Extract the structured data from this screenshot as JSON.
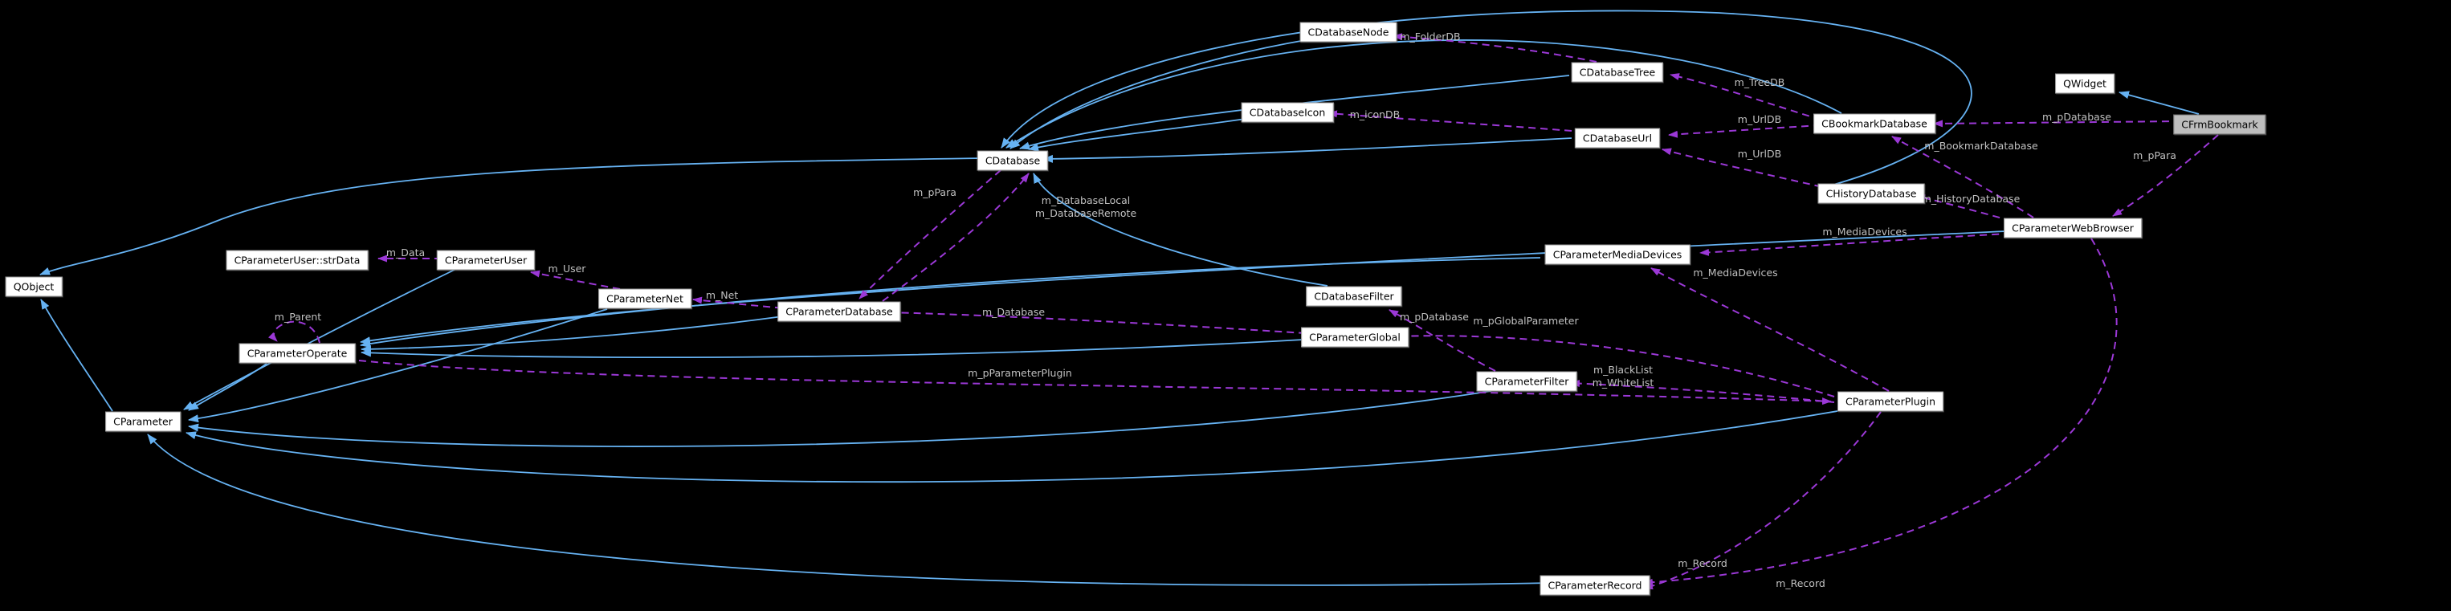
{
  "diagram": {
    "kind": "doxygen-collaboration-diagram",
    "highlighted_node": "CFrmBookmark",
    "background": "#000000",
    "colors": {
      "inheritance_edge": "#66b2f2",
      "usage_edge": "#9b38d6",
      "node_fill": "#ffffff",
      "node_border": "#969696",
      "node_text": "#000000",
      "highlight_fill": "#bebebe",
      "edge_label": "#c0c0c0"
    }
  },
  "nodes": [
    {
      "id": "qobject",
      "label": "QObject"
    },
    {
      "id": "cparameteruser-strdata",
      "label": "CParameterUser::strData"
    },
    {
      "id": "cparameteruser",
      "label": "CParameterUser"
    },
    {
      "id": "cparameternet",
      "label": "CParameterNet"
    },
    {
      "id": "cparameterdatabase",
      "label": "CParameterDatabase"
    },
    {
      "id": "cparameteroperate",
      "label": "CParameterOperate"
    },
    {
      "id": "cparameter",
      "label": "CParameter"
    },
    {
      "id": "cdatabase",
      "label": "CDatabase"
    },
    {
      "id": "cdatabasenode",
      "label": "CDatabaseNode"
    },
    {
      "id": "cdatabasetree",
      "label": "CDatabaseTree"
    },
    {
      "id": "cdatabaseicon",
      "label": "CDatabaseIcon"
    },
    {
      "id": "cdatabaseurl",
      "label": "CDatabaseUrl"
    },
    {
      "id": "cbookmarkdatabase",
      "label": "CBookmarkDatabase"
    },
    {
      "id": "qwidget",
      "label": "QWidget"
    },
    {
      "id": "cfrmbookmark",
      "label": "CFrmBookmark"
    },
    {
      "id": "chistorydatabase",
      "label": "CHistoryDatabase"
    },
    {
      "id": "cparameterwebbrowser",
      "label": "CParameterWebBrowser"
    },
    {
      "id": "cparametermediadevices",
      "label": "CParameterMediaDevices"
    },
    {
      "id": "cdatabasefilter",
      "label": "CDatabaseFilter"
    },
    {
      "id": "cparameterglobal",
      "label": "CParameterGlobal"
    },
    {
      "id": "cparameterfilter",
      "label": "CParameterFilter"
    },
    {
      "id": "cparameterplugin",
      "label": "CParameterPlugin"
    },
    {
      "id": "cparameterrecord",
      "label": "CParameterRecord"
    }
  ],
  "edges": [
    {
      "from": "CDatabaseNode",
      "to": "CDatabase",
      "type": "inheritance"
    },
    {
      "from": "CDatabaseTree",
      "to": "CDatabase",
      "type": "inheritance"
    },
    {
      "from": "CDatabaseIcon",
      "to": "CDatabase",
      "type": "inheritance"
    },
    {
      "from": "CDatabaseUrl",
      "to": "CDatabase",
      "type": "inheritance"
    },
    {
      "from": "CDatabaseFilter",
      "to": "CDatabase",
      "type": "inheritance"
    },
    {
      "from": "CBookmarkDatabase",
      "to": "CDatabase",
      "type": "inheritance"
    },
    {
      "from": "CHistoryDatabase",
      "to": "CDatabase",
      "type": "inheritance"
    },
    {
      "from": "CDatabase",
      "to": "QObject",
      "type": "inheritance"
    },
    {
      "from": "CParameter",
      "to": "QObject",
      "type": "inheritance"
    },
    {
      "from": "CFrmBookmark",
      "to": "QWidget",
      "type": "inheritance"
    },
    {
      "from": "CParameterOperate",
      "to": "CParameter",
      "type": "inheritance"
    },
    {
      "from": "CParameterUser",
      "to": "CParameter",
      "type": "inheritance"
    },
    {
      "from": "CParameterNet",
      "to": "CParameter",
      "type": "inheritance"
    },
    {
      "from": "CParameterFilter",
      "to": "CParameter",
      "type": "inheritance"
    },
    {
      "from": "CParameterPlugin",
      "to": "CParameter",
      "type": "inheritance"
    },
    {
      "from": "CParameterRecord",
      "to": "CParameter",
      "type": "inheritance"
    },
    {
      "from": "CParameterGlobal",
      "to": "CParameterOperate",
      "type": "inheritance"
    },
    {
      "from": "CParameterDatabase",
      "to": "CParameterOperate",
      "type": "inheritance"
    },
    {
      "from": "CParameterMediaDevices",
      "to": "CParameterOperate",
      "type": "inheritance"
    },
    {
      "from": "CParameterWebBrowser",
      "to": "CParameterOperate",
      "type": "inheritance"
    },
    {
      "from": "CDatabaseTree",
      "to": "CDatabaseNode",
      "type": "usage",
      "label": "m_FolderDB"
    },
    {
      "from": "CBookmarkDatabase",
      "to": "CDatabaseTree",
      "type": "usage",
      "label": "m_TreeDB"
    },
    {
      "from": "CDatabaseUrl",
      "to": "CDatabaseIcon",
      "type": "usage",
      "label": "m_iconDB"
    },
    {
      "from": "CBookmarkDatabase",
      "to": "CDatabaseUrl",
      "type": "usage",
      "label": "m_UrlDB"
    },
    {
      "from": "CHistoryDatabase",
      "to": "CDatabaseUrl",
      "type": "usage",
      "label": "m_UrlDB"
    },
    {
      "from": "CFrmBookmark",
      "to": "CBookmarkDatabase",
      "type": "usage",
      "label": "m_pDatabase"
    },
    {
      "from": "CParameterWebBrowser",
      "to": "CBookmarkDatabase",
      "type": "usage",
      "label": "m_BookmarkDatabase"
    },
    {
      "from": "CParameterWebBrowser",
      "to": "CHistoryDatabase",
      "type": "usage",
      "label": "m_HistoryDatabase"
    },
    {
      "from": "CFrmBookmark",
      "to": "CParameterWebBrowser",
      "type": "usage",
      "label": "m_pPara"
    },
    {
      "from": "CDatabase",
      "to": "CParameterDatabase",
      "type": "usage",
      "label": "m_pPara"
    },
    {
      "from": "CParameterDatabase",
      "to": "CDatabase",
      "type": "usage",
      "label": "m_DatabaseLocal",
      "label2": "m_DatabaseRemote"
    },
    {
      "from": "CParameterDatabase",
      "to": "CParameterNet",
      "type": "usage",
      "label": "m_Net"
    },
    {
      "from": "CParameterNet",
      "to": "CParameterUser",
      "type": "usage",
      "label": "m_User"
    },
    {
      "from": "CParameterUser",
      "to": "CParameterUser::strData",
      "type": "usage",
      "label": "m_Data"
    },
    {
      "from": "CParameterOperate",
      "to": "CParameterOperate",
      "type": "usage",
      "label": "m_Parent"
    },
    {
      "from": "CParameterGlobal",
      "to": "CParameterDatabase",
      "type": "usage",
      "label": "m_Database"
    },
    {
      "from": "CParameterFilter",
      "to": "CDatabaseFilter",
      "type": "usage",
      "label": "m_pDatabase"
    },
    {
      "from": "CParameterPlugin",
      "to": "CParameterGlobal",
      "type": "usage",
      "label": "m_pGlobalParameter"
    },
    {
      "from": "CParameterPlugin",
      "to": "CParameterFilter",
      "type": "usage",
      "label": "m_BlackList",
      "label2": "m_WhiteList"
    },
    {
      "from": "CParameterWebBrowser",
      "to": "CParameterMediaDevices",
      "type": "usage",
      "label": "m_MediaDevices"
    },
    {
      "from": "CParameterPlugin",
      "to": "CParameterMediaDevices",
      "type": "usage",
      "label": "m_MediaDevices"
    },
    {
      "from": "CParameterOperate",
      "to": "CParameterPlugin",
      "type": "usage",
      "label": "m_pParameterPlugin"
    },
    {
      "from": "CParameterWebBrowser",
      "to": "CParameterRecord",
      "type": "usage",
      "label": "m_Record"
    },
    {
      "from": "CParameterPlugin",
      "to": "CParameterRecord",
      "type": "usage",
      "label": "m_Record"
    }
  ]
}
